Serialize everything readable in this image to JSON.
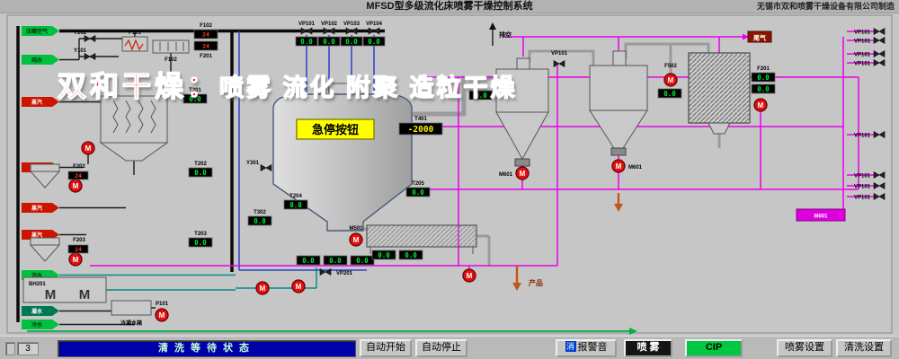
{
  "title_bar": {
    "title": "MFSD型多级流化床喷雾干燥控制系统",
    "manufacturer": "无锡市双和喷雾干燥设备有限公司制造"
  },
  "watermark": {
    "prefix": "双和干燥：",
    "suffix": "喷雾 流化 附聚 造粒干燥"
  },
  "colors": {
    "display_green": "#00ee33",
    "display_yellow": "#ffee00",
    "display_red": "#ff4020",
    "pipe_magenta": "#e800e8",
    "pipe_blue": "#2b3fd0",
    "cip_green": "#00c840",
    "estop_yellow": "#ffff00",
    "status_blue": "#0000a8",
    "watermark_red": "#ff0f0f"
  },
  "glyphs": {
    "pump_m": "M",
    "motor_m": "M"
  },
  "feeds": [
    {
      "label": "压缩空气",
      "color": "#00c040",
      "text": "#00330a"
    },
    {
      "label": "纯水",
      "color": "#00c040",
      "text": "#00330a"
    },
    {
      "label": "蒸汽",
      "color": "#cc1400",
      "text": "#ffffff"
    },
    {
      "label": "蒸汽",
      "color": "#cc1400",
      "text": "#ffffff"
    },
    {
      "label": "蒸汽",
      "color": "#cc1400",
      "text": "#ffffff"
    },
    {
      "label": "蒸汽",
      "color": "#cc1400",
      "text": "#ffffff"
    },
    {
      "label": "污水",
      "color": "#00c040",
      "text": "#00330a"
    },
    {
      "label": "凝水",
      "color": "#007755",
      "text": "#ffffff"
    },
    {
      "label": "冷水",
      "color": "#00c040",
      "text": "#00330a"
    }
  ],
  "equipment": {
    "y102": "Y102",
    "y101": "Y101",
    "f101": "F101",
    "f102": "F102",
    "f201_left": "F201",
    "f202": "F202",
    "f203": "F203",
    "t201": "T201",
    "t202": "T202",
    "t203": "T203",
    "t204": "T204",
    "t205": "T205",
    "t302": "T302",
    "t401": "T401",
    "y301": "Y301",
    "vp101": "VP101",
    "vp102": "VP102",
    "vp103": "VP103",
    "vp104": "VP104",
    "vp201": "VP201",
    "vp101b": "VP101",
    "paikong": "排空",
    "weiqi": "尾气",
    "f502": "F502",
    "f201_right": "F201",
    "m601a": "M601",
    "m601b": "M601",
    "m501": "M501",
    "bh201": "BH201",
    "tank": "冷凝水箱",
    "p101": "P101",
    "chanpin": "产品",
    "estop": "急停按钮",
    "fan_box": "M601"
  },
  "right_valves": [
    "VP101",
    "VP101",
    "VP101",
    "VP101",
    "VP101",
    "VP101",
    "VP101",
    "VP101"
  ],
  "displays": {
    "vp1": "0.0",
    "vp2": "0.0",
    "vp3": "0.0",
    "vp4": "0.0",
    "f102": "24",
    "f201_left": "24",
    "f202": "24",
    "f203": "24",
    "t201": "0.0",
    "t202": "0.0",
    "t203": "0.0",
    "t204": "0.0",
    "t205": "0.0",
    "t302": "0.0",
    "t401": "-2000",
    "row1": "0.0",
    "row2": "0.0",
    "row3": "0.0",
    "bed1": "0.0",
    "bed2": "0.0",
    "f502": "0.0",
    "f201r_a": "0.0",
    "f201r_b": "0.0",
    "cyc": "0.0"
  },
  "bottom_bar": {
    "page": "3",
    "status": "清洗等待状态",
    "buttons": {
      "auto_start": "自动开始",
      "auto_stop": "自动停止",
      "mute_prefix": "消",
      "mute": "报警音",
      "spray": "喷 雾",
      "cip": "CIP",
      "spray_settings": "喷雾设置",
      "clean_settings": "清洗设置"
    }
  }
}
